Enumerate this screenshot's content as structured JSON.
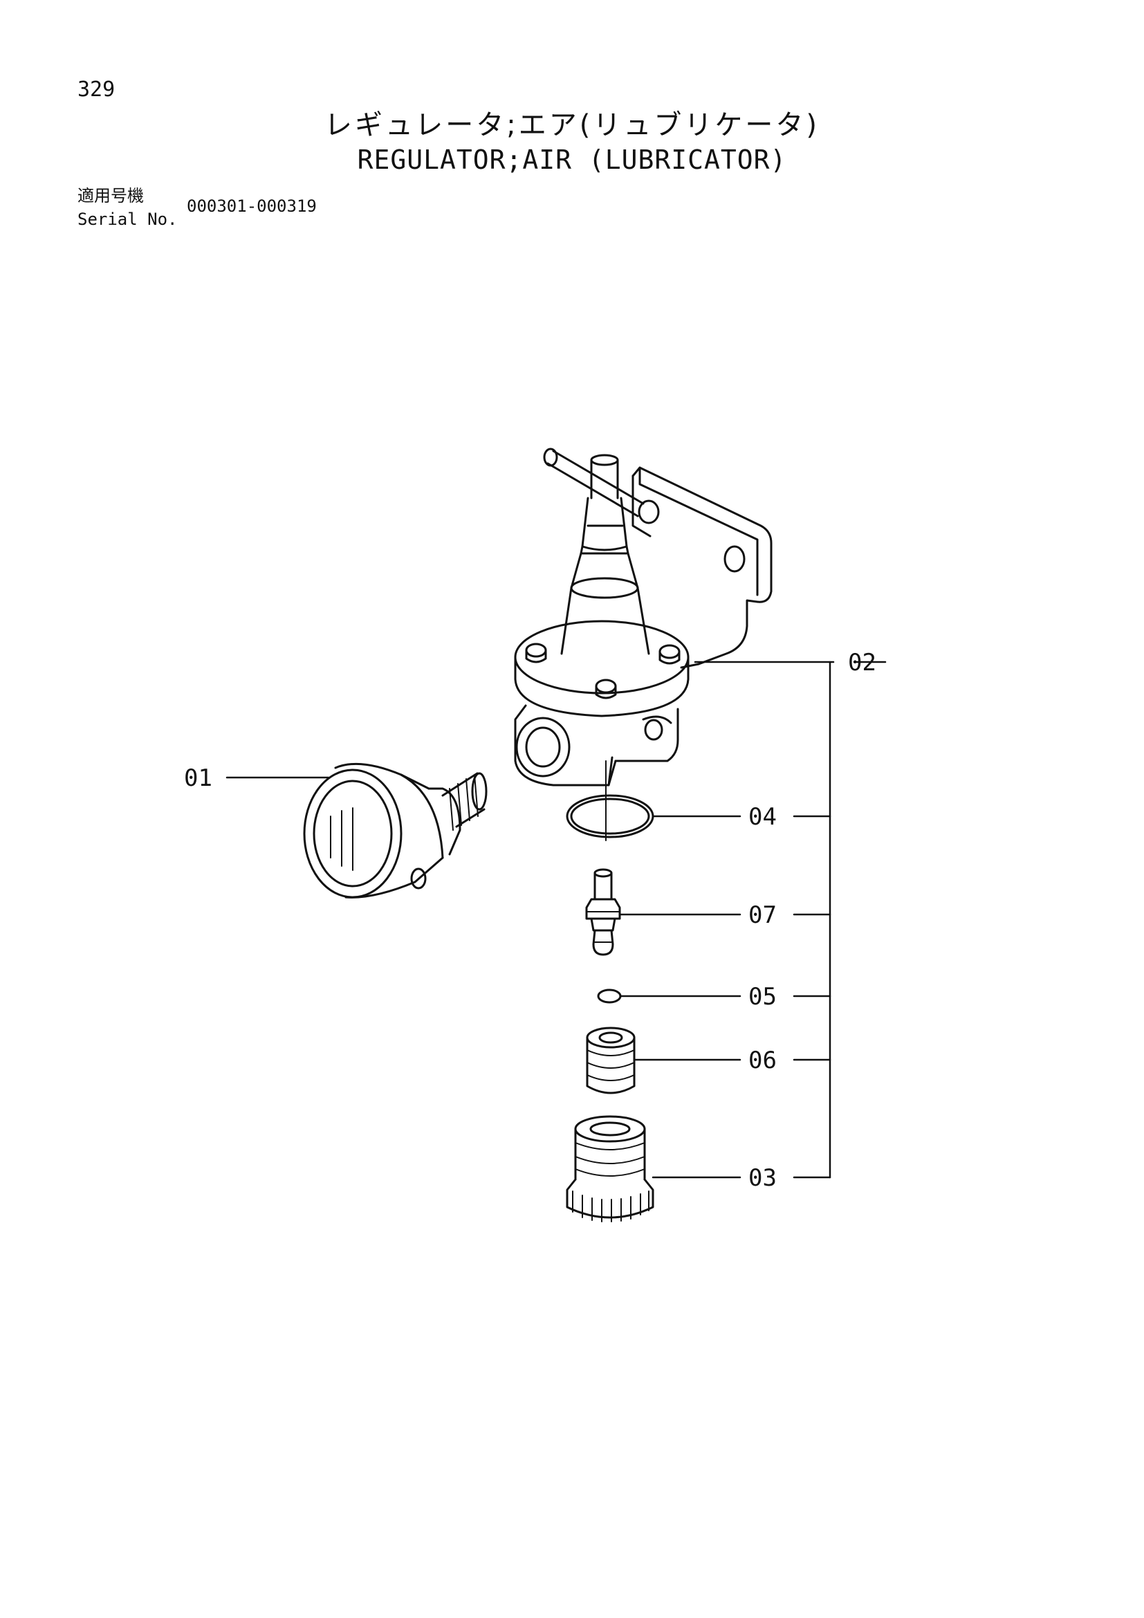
{
  "page": {
    "number": "329"
  },
  "title": {
    "japanese": "レギュレータ;エア(リュブリケータ)",
    "english": "REGULATOR;AIR (LUBRICATOR)"
  },
  "serial": {
    "label_jp": "適用号機",
    "label_en": "Serial No.",
    "range": "000301-000319"
  },
  "callouts": [
    {
      "id": "01",
      "label": "01"
    },
    {
      "id": "02",
      "label": "02"
    },
    {
      "id": "03",
      "label": "03"
    },
    {
      "id": "04",
      "label": "04"
    },
    {
      "id": "05",
      "label": "05"
    },
    {
      "id": "06",
      "label": "06"
    },
    {
      "id": "07",
      "label": "07"
    }
  ]
}
